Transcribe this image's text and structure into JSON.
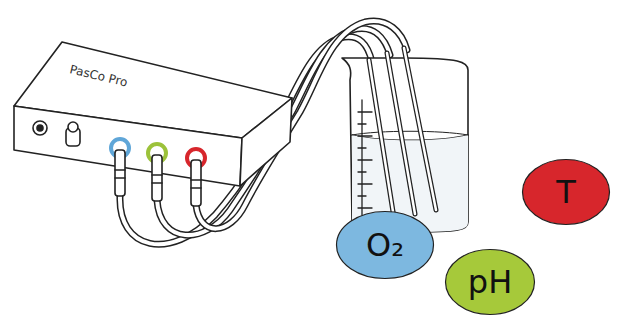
{
  "diagram": {
    "nodes": [
      {
        "text": [
          "O₂"
        ]
      },
      {
        "text": [
          "pH"
        ]
      },
      {
        "text": [
          "T"
        ]
      }
    ],
    "labels": [
      "PasCo Pro"
    ]
  }
}
